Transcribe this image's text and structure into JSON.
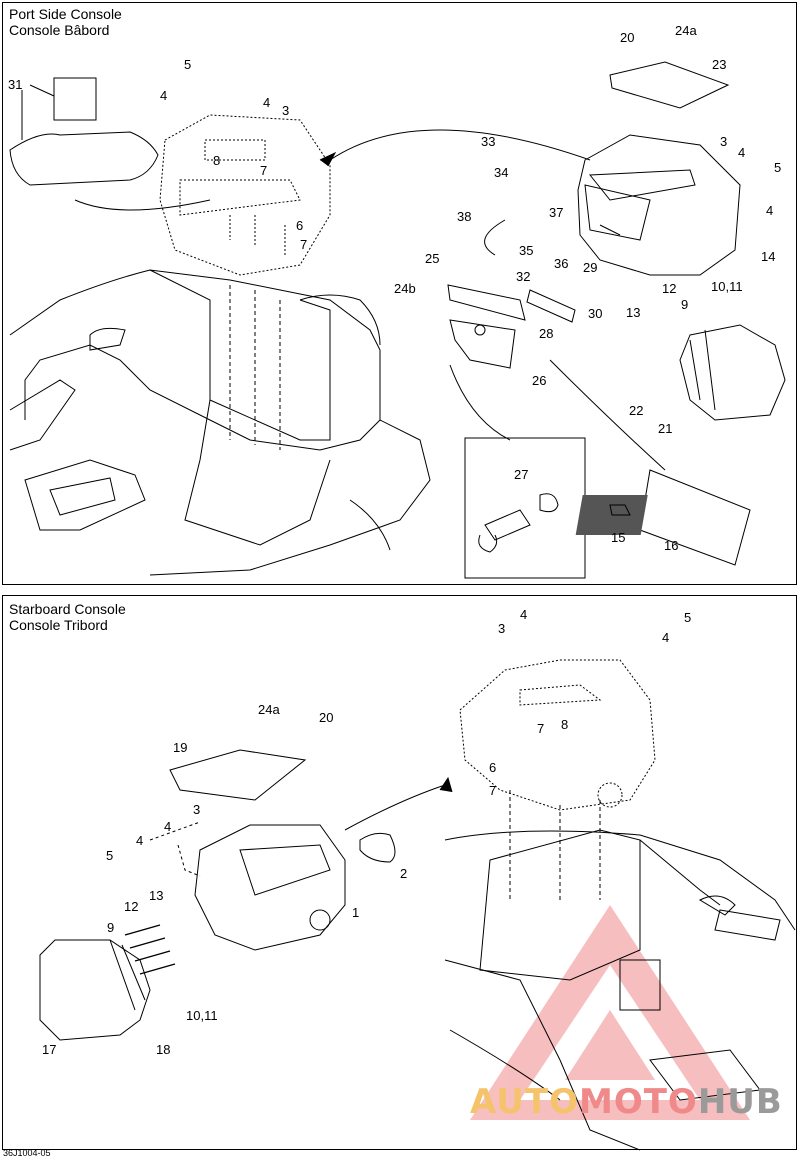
{
  "panels": {
    "top": {
      "title_en": "Port Side Console",
      "title_fr": "Console Bâbord"
    },
    "bottom": {
      "title_en": "Starboard Console",
      "title_fr": "Console Tribord"
    }
  },
  "callouts": {
    "top": [
      "31",
      "5",
      "4",
      "4",
      "3",
      "8",
      "7",
      "6",
      "7",
      "20",
      "24a",
      "23",
      "33",
      "3",
      "4",
      "5",
      "4",
      "34",
      "14",
      "38",
      "37",
      "35",
      "36",
      "25",
      "32",
      "29",
      "24b",
      "30",
      "12",
      "10,11",
      "13",
      "9",
      "28",
      "26",
      "22",
      "21",
      "27",
      "15",
      "16"
    ],
    "bottom": [
      "4",
      "5",
      "3",
      "4",
      "7",
      "8",
      "6",
      "7",
      "24a",
      "20",
      "19",
      "3",
      "4",
      "2",
      "5",
      "4",
      "1",
      "13",
      "12",
      "9",
      "10,11",
      "17",
      "18"
    ]
  },
  "footer": "36J1004-05",
  "watermark": {
    "part1": "AUTO",
    "part2": "MOTO",
    "part3": "HUB"
  },
  "colors": {
    "watermark_red": "#f08a8a",
    "watermark_orange": "#f5c36b",
    "watermark_gray": "#9a9a9a"
  }
}
